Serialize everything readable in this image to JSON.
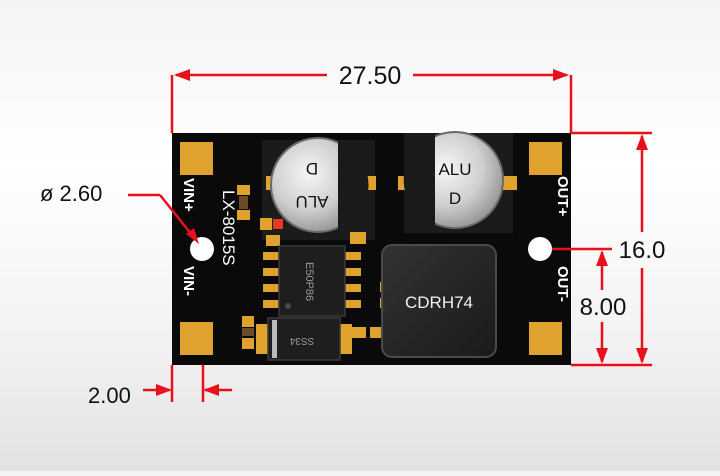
{
  "dimensions": {
    "width": "27.50",
    "height": "16.0",
    "hole_offset": "8.00",
    "hole_diameter": "ø 2.60",
    "edge_margin": "2.00"
  },
  "board": {
    "model": "LX-8015S",
    "inductor": "CDRH74",
    "cap_marking": "ALU",
    "cap_polarity": "D",
    "ic_marking": "E50P86",
    "diode_marking": "SS34",
    "pins": {
      "vin_plus": "VIN+",
      "vin_minus": "VIN-",
      "out_plus": "OUT+",
      "out_minus": "OUT-"
    }
  },
  "colors": {
    "dimension": "#e8101a",
    "board": "#0a0a0a",
    "pad": "#e0a22e",
    "silkscreen": "#ffffff"
  }
}
